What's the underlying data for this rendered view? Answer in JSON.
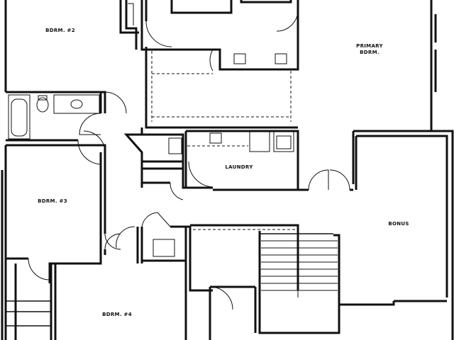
{
  "rooms": {
    "bedroom_2": "BDRM. #2",
    "primary_line1": "PRIMARY",
    "primary_line2": "BDRM.",
    "laundry": "LAUNDRY",
    "bedroom_3": "BDRM. #3",
    "bonus": "BONUS",
    "bedroom_4": "BDRM. #4"
  }
}
